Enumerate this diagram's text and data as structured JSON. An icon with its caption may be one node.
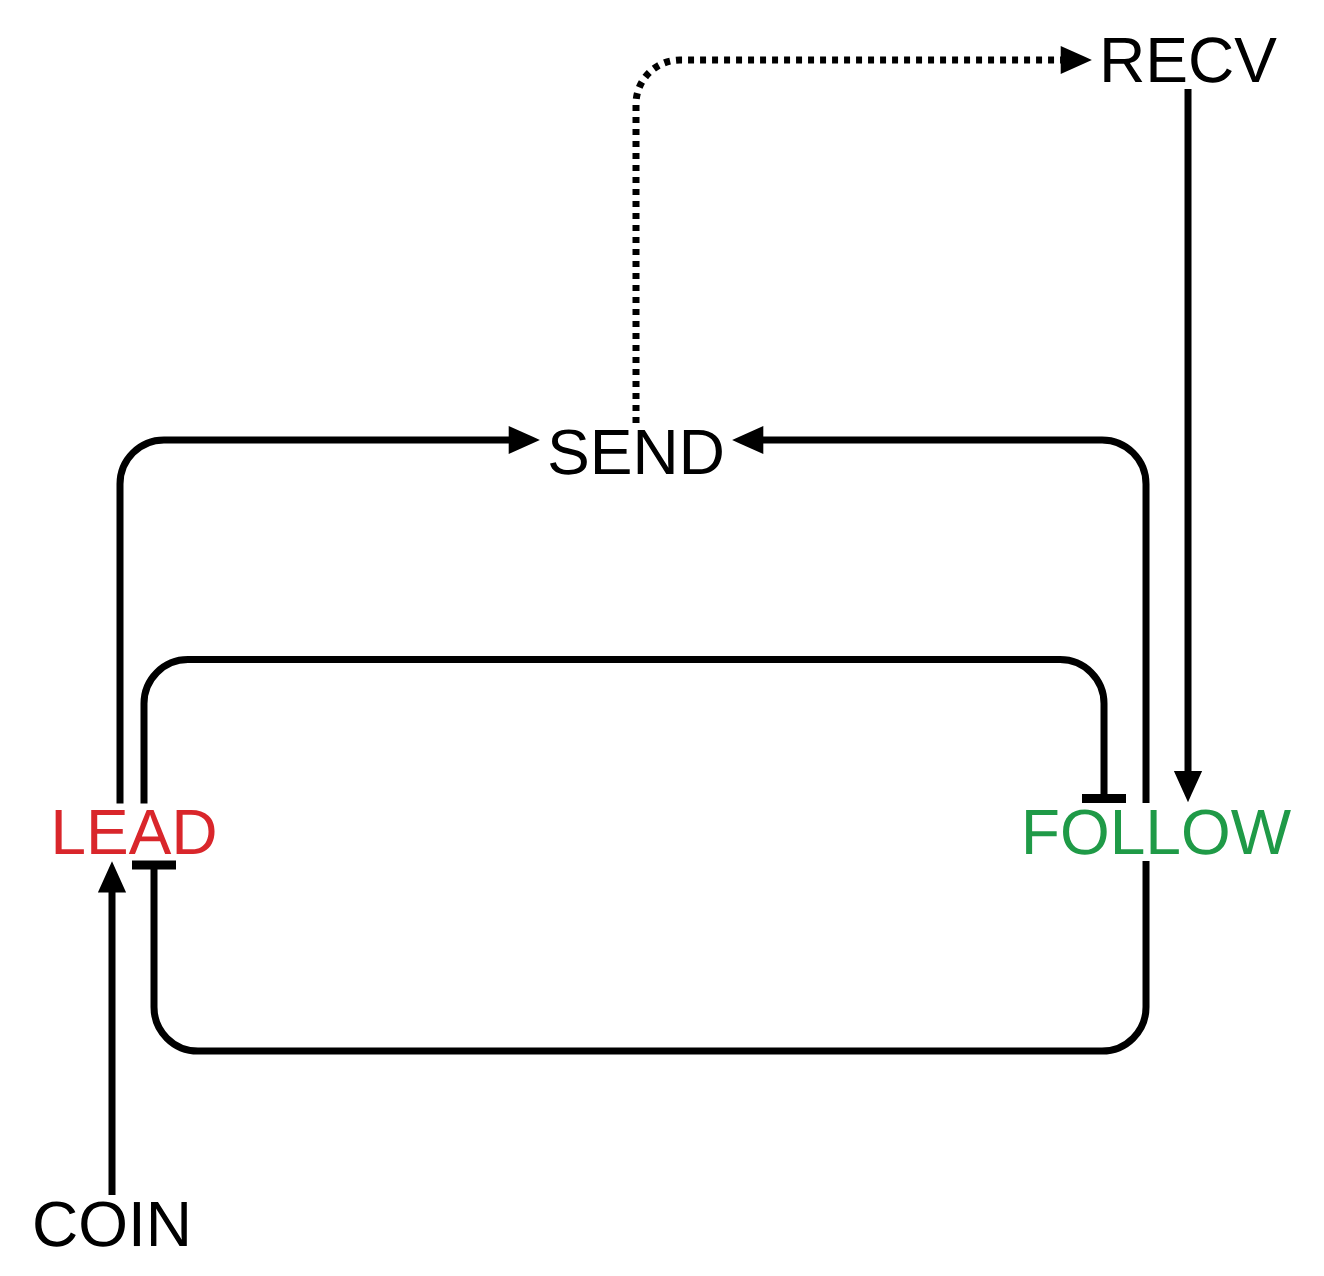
{
  "diagram": {
    "nodes": [
      {
        "text": [
          "RECV"
        ]
      },
      {
        "text": [
          "SEND"
        ]
      },
      {
        "text": [
          "LEAD"
        ]
      },
      {
        "text": [
          "FOLLOW"
        ]
      },
      {
        "text": [
          "COIN"
        ]
      }
    ],
    "edges": [
      {
        "from": 4,
        "to": 2,
        "arrow": "to"
      },
      {
        "from": 2,
        "to": 1,
        "arrow": "to"
      },
      {
        "from": 3,
        "to": 1,
        "arrow": "to"
      },
      {
        "from": 1,
        "to": 0,
        "arrow": "to",
        "style": "dashed"
      },
      {
        "from": 0,
        "to": 3,
        "arrow": "to"
      },
      {
        "from": 2,
        "to": 3,
        "arrow": "other"
      },
      {
        "from": 3,
        "to": 2,
        "arrow": "other"
      }
    ]
  }
}
